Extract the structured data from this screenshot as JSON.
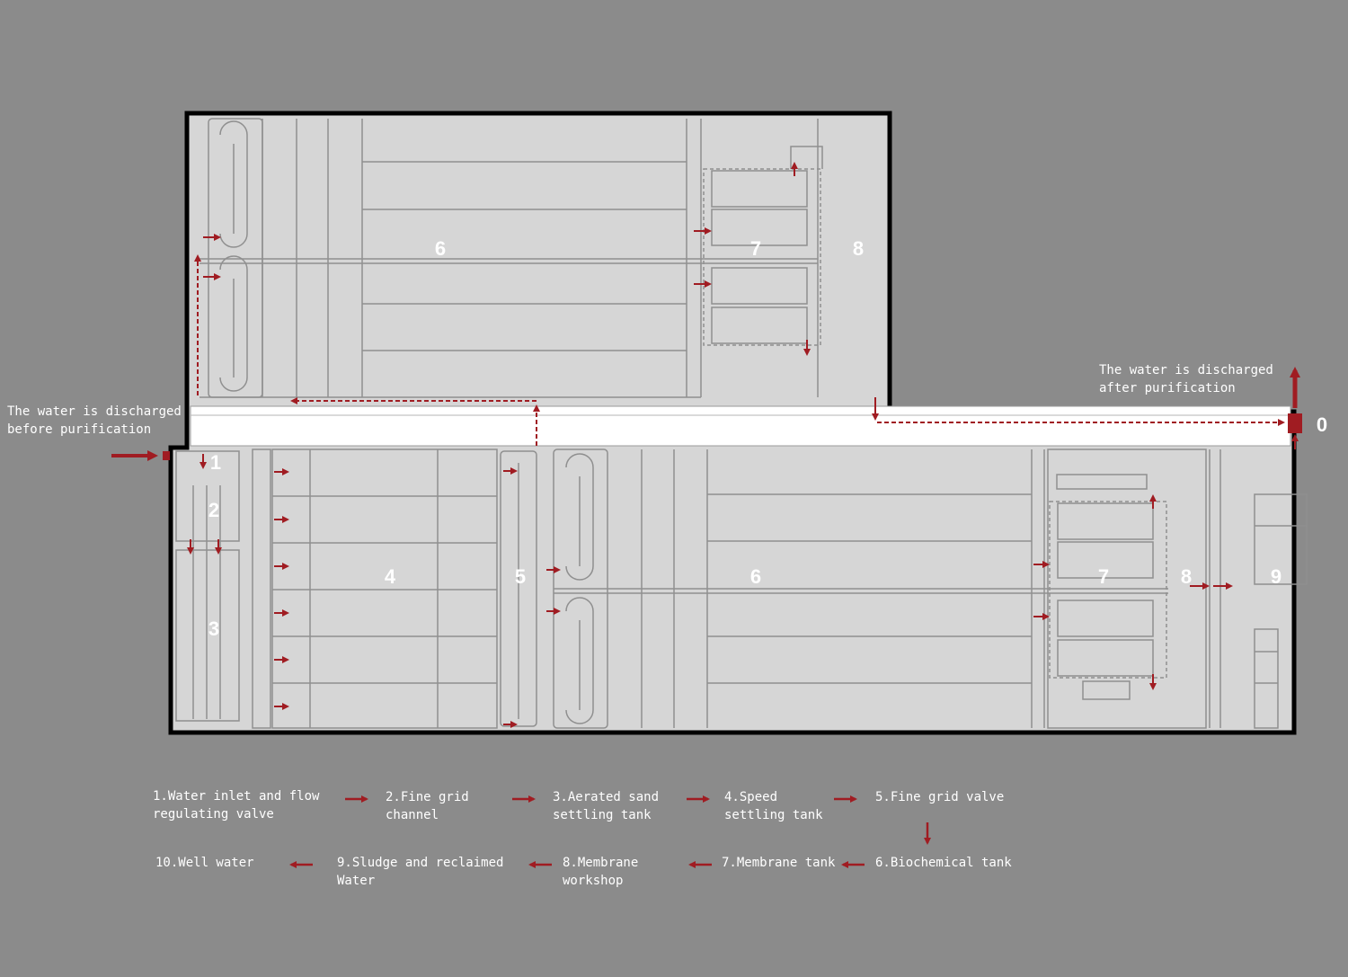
{
  "annotations": {
    "discharge_before": "The water is discharged\nbefore purification",
    "discharge_after": "The water is discharged\nafter purification"
  },
  "zones": [
    "1",
    "2",
    "3",
    "4",
    "5",
    "6",
    "7",
    "8",
    "9",
    "0"
  ],
  "legend": {
    "item1": "1.Water inlet and flow\nregulating valve",
    "item2": "2.Fine grid\n channel",
    "item3": "3.Aerated sand\nsettling tank",
    "item4": "4.Speed\nsettling tank",
    "item5": "5.Fine grid valve",
    "item6": "6.Biochemical tank",
    "item7": "7.Membrane tank",
    "item8": "8.Membrane\nworkshop",
    "item9": "9.Sludge and reclaimed\nWater",
    "item10": "10.Well water"
  },
  "colors": {
    "background": "#8b8b8b",
    "slab": "#d6d6d6",
    "wall": "#000000",
    "flow_arrow": "#a01c22",
    "label_text": "#ffffff"
  }
}
